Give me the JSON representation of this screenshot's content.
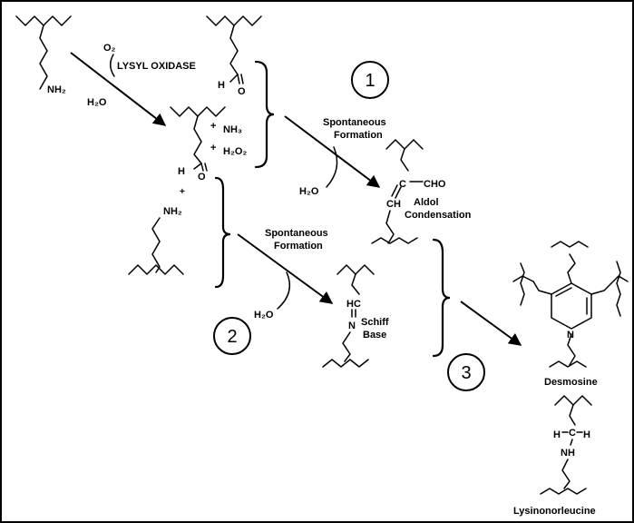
{
  "reagents": {
    "o2": "O₂",
    "h2o_top": "H₂O",
    "enzyme": "LYSYL OXIDASE",
    "h2o_aldol": "H₂O",
    "h2o_schiff": "H₂O"
  },
  "byproducts": {
    "plus1": "+",
    "nh3": "NH₃",
    "plus2": "+",
    "h2o2": "H₂O₂",
    "plus_between": "+"
  },
  "groups": {
    "nh2_left": "NH₂",
    "aldehyde_top_h": "H",
    "aldehyde_top_o": "O",
    "aldehyde_mid_h": "H",
    "aldehyde_mid_o": "O",
    "nh2_bottom": "NH₂",
    "aldol_c": "C",
    "aldol_cho": "CHO",
    "aldol_ch": "CH",
    "schiff_hc": "HC",
    "schiff_n": "N",
    "pyridine_n": "N",
    "lnl_h1": "H",
    "lnl_c": "C",
    "lnl_h2": "H",
    "lnl_nh": "NH"
  },
  "steps": {
    "spont1_line1": "Spontaneous",
    "spont1_line2": "Formation",
    "spont2_line1": "Spontaneous",
    "spont2_line2": "Formation"
  },
  "products": {
    "aldol_line1": "Aldol",
    "aldol_line2": "Condensation",
    "schiff_line1": "Schiff",
    "schiff_line2": "Base",
    "desmosine": "Desmosine",
    "lysinonorleucine": "Lysinonorleucine"
  },
  "circles": {
    "one": "1",
    "two": "2",
    "three": "3"
  }
}
